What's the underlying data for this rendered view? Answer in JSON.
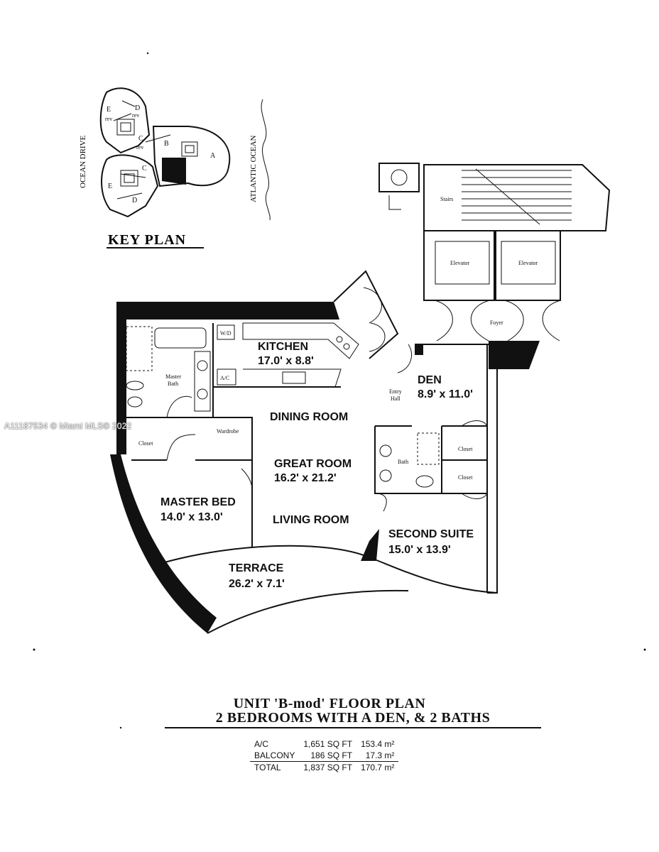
{
  "key_plan": {
    "title": "KEY PLAN",
    "street_label": "OCEAN DRIVE",
    "ocean_label": "ATLANTIC OCEAN",
    "unit_letters": [
      "A",
      "B",
      "C",
      "C",
      "D",
      "D",
      "E",
      "E"
    ],
    "rev_label": "rev"
  },
  "rooms": {
    "kitchen": {
      "name": "KITCHEN",
      "dims": "17.0' x 8.8'"
    },
    "den": {
      "name": "DEN",
      "dims": "8.9' x 11.0'"
    },
    "dining": {
      "name": "DINING ROOM"
    },
    "great": {
      "name": "GREAT ROOM",
      "dims": "16.2' x 21.2'"
    },
    "living": {
      "name": "LIVING ROOM"
    },
    "master_bed": {
      "name": "MASTER BED",
      "dims": "14.0' x 13.0'"
    },
    "second_suite": {
      "name": "SECOND SUITE",
      "dims": "15.0' x 13.9'"
    },
    "terrace": {
      "name": "TERRACE",
      "dims": "26.2' x 7.1'"
    }
  },
  "small_labels": {
    "master_bath_1": "Master",
    "master_bath_2": "Bath",
    "closet": "Closet",
    "wardrobe": "Wardrobe",
    "wd": "W/D",
    "ac": "A/C",
    "entry_1": "Entry",
    "entry_2": "Hall",
    "bath": "Bath",
    "stairs": "Stairs",
    "elevator": "Elevator",
    "foyer": "Foyer"
  },
  "watermark": "A11187534 © Miami MLS© 2022",
  "title": {
    "line1": "UNIT 'B-mod' FLOOR PLAN",
    "line2": "2 BEDROOMS WITH A DEN, & 2 BATHS"
  },
  "areas": [
    {
      "label": "A/C",
      "sqft": "1,651 SQ FT",
      "m2": "153.4 m²"
    },
    {
      "label": "BALCONY",
      "sqft": "186 SQ FT",
      "m2": "17.3 m²"
    },
    {
      "label": "TOTAL",
      "sqft": "1,837 SQ FT",
      "m2": "170.7 m²"
    }
  ]
}
